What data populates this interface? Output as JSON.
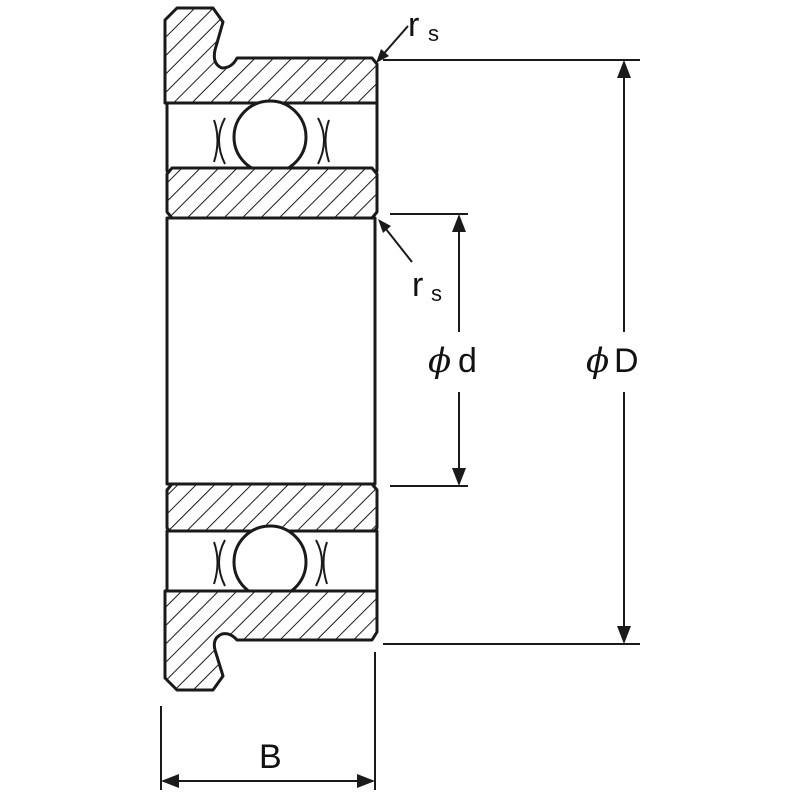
{
  "diagram": {
    "labels": {
      "radius_main": "r",
      "radius_sub": "s",
      "bore_symbol": "ϕ",
      "bore_letter": "d",
      "outer_symbol": "ϕ",
      "outer_letter": "D",
      "width_letter": "B"
    },
    "colors": {
      "line": "#1a1a1a",
      "background": "#ffffff"
    }
  }
}
